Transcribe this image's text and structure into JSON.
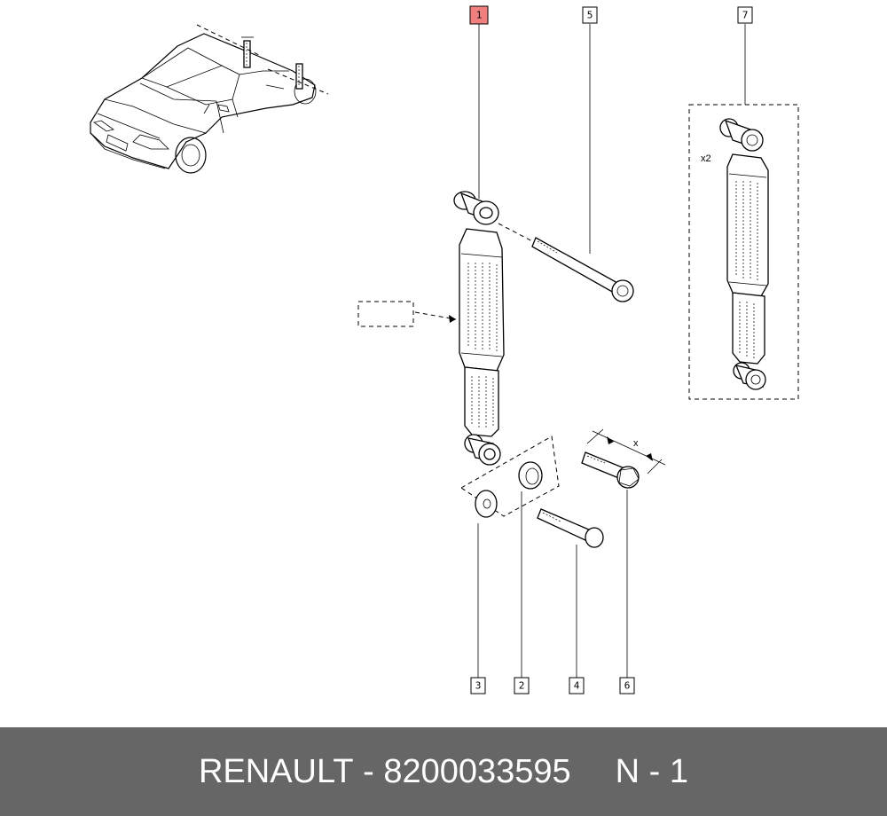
{
  "footer": {
    "brand": "RENAULT",
    "separator": "-",
    "part_number": "8200033595",
    "position": "N - 1"
  },
  "callouts": [
    {
      "number": "1",
      "highlighted": true
    },
    {
      "number": "2",
      "highlighted": false
    },
    {
      "number": "3",
      "highlighted": false
    },
    {
      "number": "4",
      "highlighted": false
    },
    {
      "number": "5",
      "highlighted": false
    },
    {
      "number": "6",
      "highlighted": false
    },
    {
      "number": "7",
      "highlighted": false
    }
  ],
  "annotations": {
    "quantity": "x2",
    "dimension": "x"
  },
  "colors": {
    "highlight": "#f08080",
    "footer_bg": "#666666",
    "footer_text": "#ffffff"
  }
}
